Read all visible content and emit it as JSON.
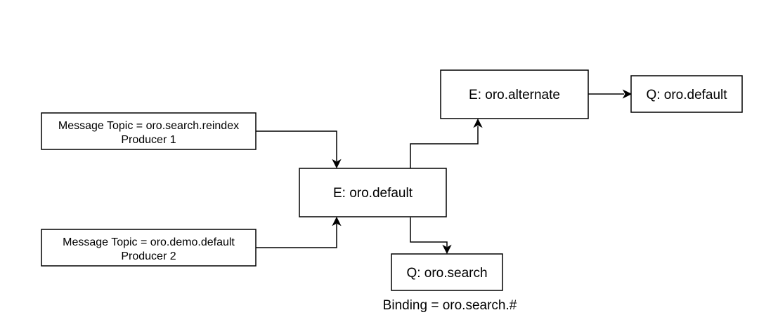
{
  "nodes": {
    "producer1": {
      "topic": "Message Topic = oro.search.reindex",
      "name": "Producer 1"
    },
    "producer2": {
      "topic": "Message Topic = oro.demo.default",
      "name": "Producer 2"
    },
    "exchange_default": {
      "label": "E: oro.default"
    },
    "exchange_alternate": {
      "label": "E: oro.alternate"
    },
    "queue_default": {
      "label": "Q: oro.default"
    },
    "queue_search": {
      "label": "Q: oro.search"
    }
  },
  "annotations": {
    "binding": "Binding = oro.search.#"
  },
  "colors": {
    "stroke": "#000000",
    "fill": "#ffffff",
    "text": "#000000"
  }
}
